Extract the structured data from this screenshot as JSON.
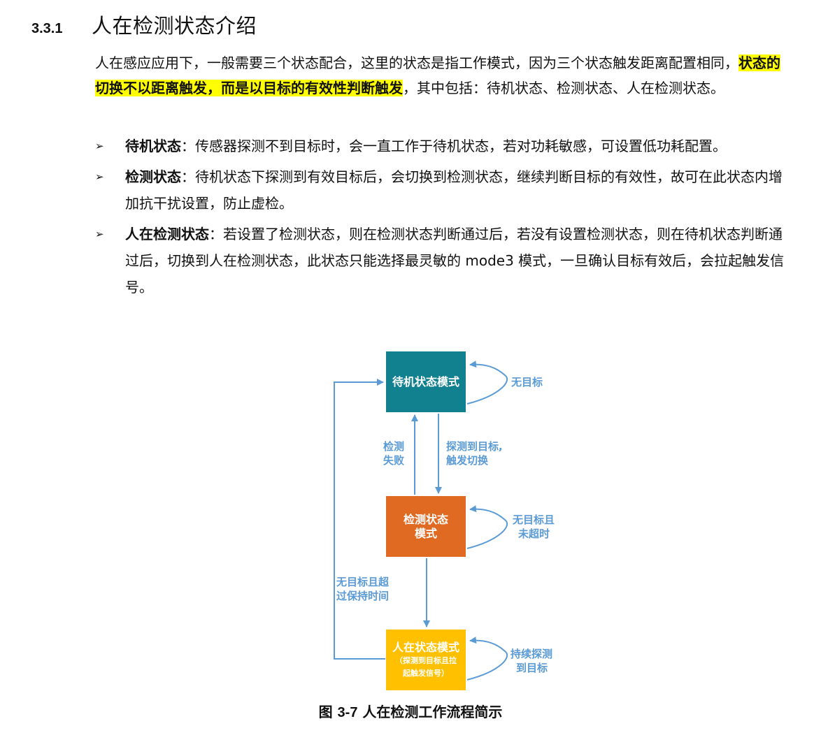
{
  "section": {
    "number": "3.3.1",
    "title": "人在检测状态介绍"
  },
  "intro": {
    "part1": "人在感应应用下，一般需要三个状态配合，这里的状态是指工作模式，因为三个状态触发距离配置相同，",
    "highlight": "状态的切换不以距离触发，而是以目标的有效性判断触发",
    "part2": "，其中包括：待机状态、检测状态、人在检测状态。"
  },
  "bullets": [
    {
      "marker": "➢",
      "term": "待机状态",
      "text": "：传感器探测不到目标时，会一直工作于待机状态，若对功耗敏感，可设置低功耗配置。"
    },
    {
      "marker": "➢",
      "term": "检测状态",
      "text": "：待机状态下探测到有效目标后，会切换到检测状态，继续判断目标的有效性，故可在此状态内增加抗干扰设置，防止虚检。"
    },
    {
      "marker": "➢",
      "term": "人在检测状态",
      "text": "：若设置了检测状态，则在检测状态判断通过后，若没有设置检测状态，则在待机状态判断通过后，切换到人在检测状态，此状态只能选择最灵敏的 mode3 模式，一旦确认目标有效后，会拉起触发信号。"
    }
  ],
  "diagram": {
    "states": {
      "standby": "待机状态模式",
      "detect_line1": "检测状态",
      "detect_line2": "模式",
      "presence_line1": "人在状态模式",
      "presence_line2": "（探测到目标且拉",
      "presence_line3": "起触发信号）"
    },
    "labels": {
      "standby_loop": "无目标",
      "detect_fail_line1": "检测",
      "detect_fail_line2": "失败",
      "detected_line1": "探测到目标,",
      "detected_line2": "触发切换",
      "detect_loop_line1": "无目标且",
      "detect_loop_line2": "未超时",
      "timeout_line1": "无目标且超",
      "timeout_line2": "过保持时间",
      "presence_loop_line1": "持续探测",
      "presence_loop_line2": "到目标"
    },
    "colors": {
      "standby": "#12818f",
      "detect": "#e06a22",
      "presence": "#ffc000",
      "arrow": "#5b9bd5"
    }
  },
  "caption": {
    "prefix": "图",
    "number": "3-7",
    "text": "人在检测工作流程简示"
  }
}
